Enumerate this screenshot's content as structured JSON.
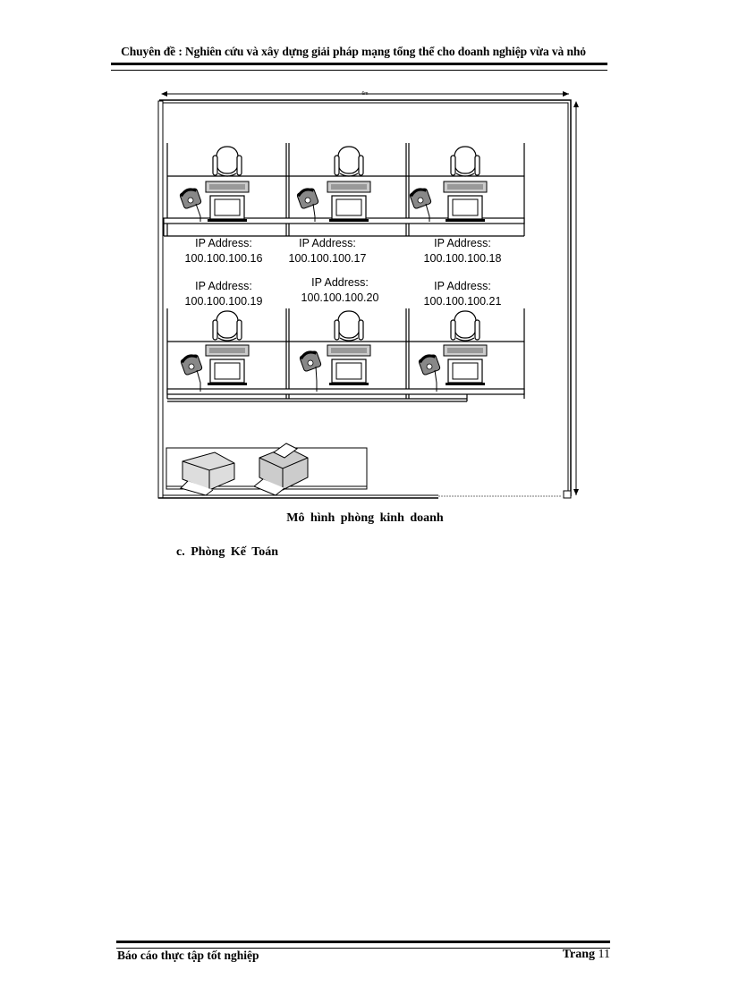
{
  "header": {
    "title": "Chuyên đề : Nghiên cứu và xây dựng giải pháp mạng tổng thể cho doanh nghiệp vừa và nhỏ"
  },
  "floorplan": {
    "workstations": [
      {
        "label": "IP Address:",
        "ip": "100.100.100.16"
      },
      {
        "label": "IP Address:",
        "ip": "100.100.100.17"
      },
      {
        "label": "IP Address:",
        "ip": "100.100.100.18"
      },
      {
        "label": "IP Address:",
        "ip": "100.100.100.19"
      },
      {
        "label": "IP Address:",
        "ip": "100.100.100.20"
      },
      {
        "label": "IP Address:",
        "ip": "100.100.100.21"
      }
    ],
    "icons": [
      "office-chair-icon",
      "computer-icon",
      "phone-icon",
      "fax-machine-icon",
      "printer-icon"
    ]
  },
  "caption": "Mô hình phòng kinh doanh",
  "section_heading": "c. Phòng Kế Toán",
  "footer": {
    "left": "Báo cáo thực tập tốt nghiệp",
    "page_label": "Trang",
    "page_number": "11"
  }
}
